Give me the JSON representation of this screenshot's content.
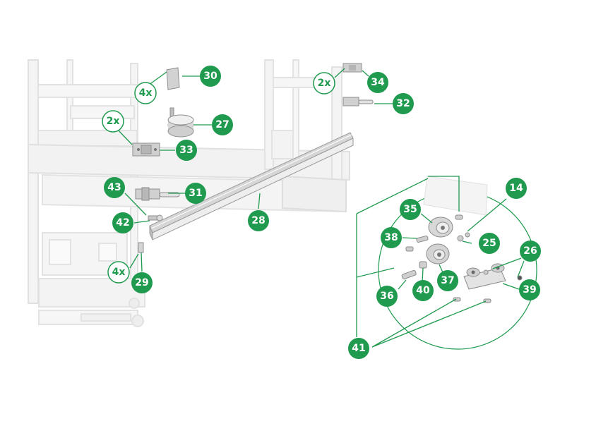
{
  "colors": {
    "callout_green": "#1f9a4e",
    "multiplier_ring": "#1f9a4e",
    "background": "#ffffff",
    "ghost_frame": "#e3e3e3",
    "part_gray": "#b9b9b9"
  },
  "callouts": [
    {
      "id": "30",
      "label": "30"
    },
    {
      "id": "34",
      "label": "34"
    },
    {
      "id": "32",
      "label": "32"
    },
    {
      "id": "27",
      "label": "27"
    },
    {
      "id": "33",
      "label": "33"
    },
    {
      "id": "43",
      "label": "43"
    },
    {
      "id": "31",
      "label": "31"
    },
    {
      "id": "42",
      "label": "42"
    },
    {
      "id": "28",
      "label": "28"
    },
    {
      "id": "29",
      "label": "29"
    },
    {
      "id": "35",
      "label": "35"
    },
    {
      "id": "14",
      "label": "14"
    },
    {
      "id": "38",
      "label": "38"
    },
    {
      "id": "25",
      "label": "25"
    },
    {
      "id": "26",
      "label": "26"
    },
    {
      "id": "36",
      "label": "36"
    },
    {
      "id": "40",
      "label": "40"
    },
    {
      "id": "37",
      "label": "37"
    },
    {
      "id": "39",
      "label": "39"
    },
    {
      "id": "41",
      "label": "41"
    }
  ],
  "multipliers": [
    {
      "id": "m30",
      "label": "4x"
    },
    {
      "id": "m34",
      "label": "2x"
    },
    {
      "id": "m33",
      "label": "2x"
    },
    {
      "id": "m29",
      "label": "4x"
    }
  ]
}
